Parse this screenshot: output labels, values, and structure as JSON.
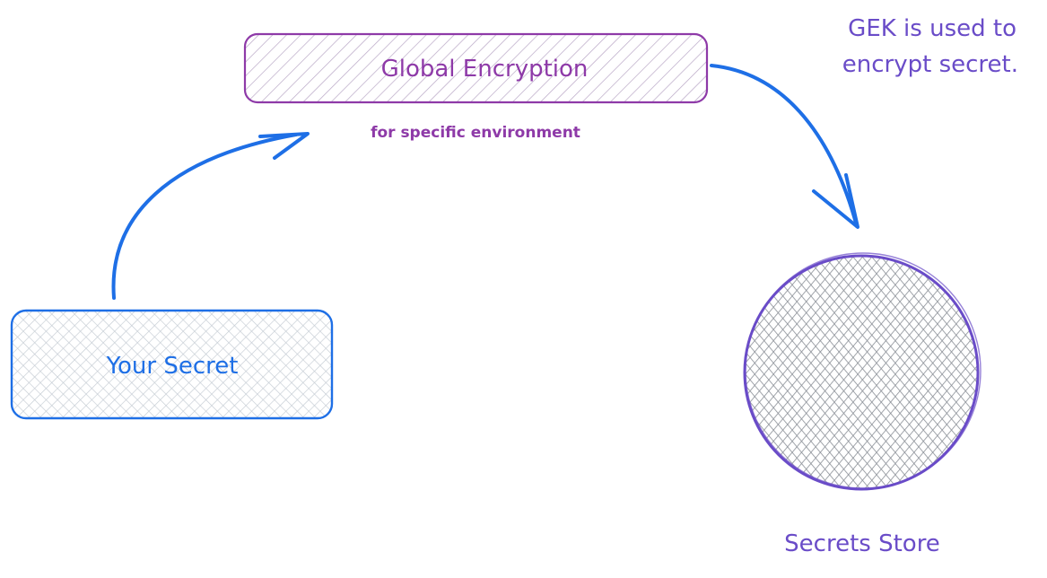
{
  "colors": {
    "background": "#ffffff",
    "blue": "#1e6fe6",
    "purple": "#8e3aa8",
    "violet": "#6a4cc8",
    "hatch_gray": "#8a8f96",
    "hatch_light": "#c2c8d0"
  },
  "nodes": {
    "global_encryption": {
      "label": "Global Encryption",
      "sublabel": "for specific environment"
    },
    "your_secret": {
      "label": "Your Secret"
    },
    "secrets_store": {
      "label": "Secrets Store"
    }
  },
  "annotations": {
    "gek_note_line1": "GEK is used to",
    "gek_note_line2": "encrypt secret."
  },
  "edges": [
    {
      "from": "your_secret",
      "to": "global_encryption"
    },
    {
      "from": "global_encryption",
      "to": "secrets_store"
    }
  ]
}
